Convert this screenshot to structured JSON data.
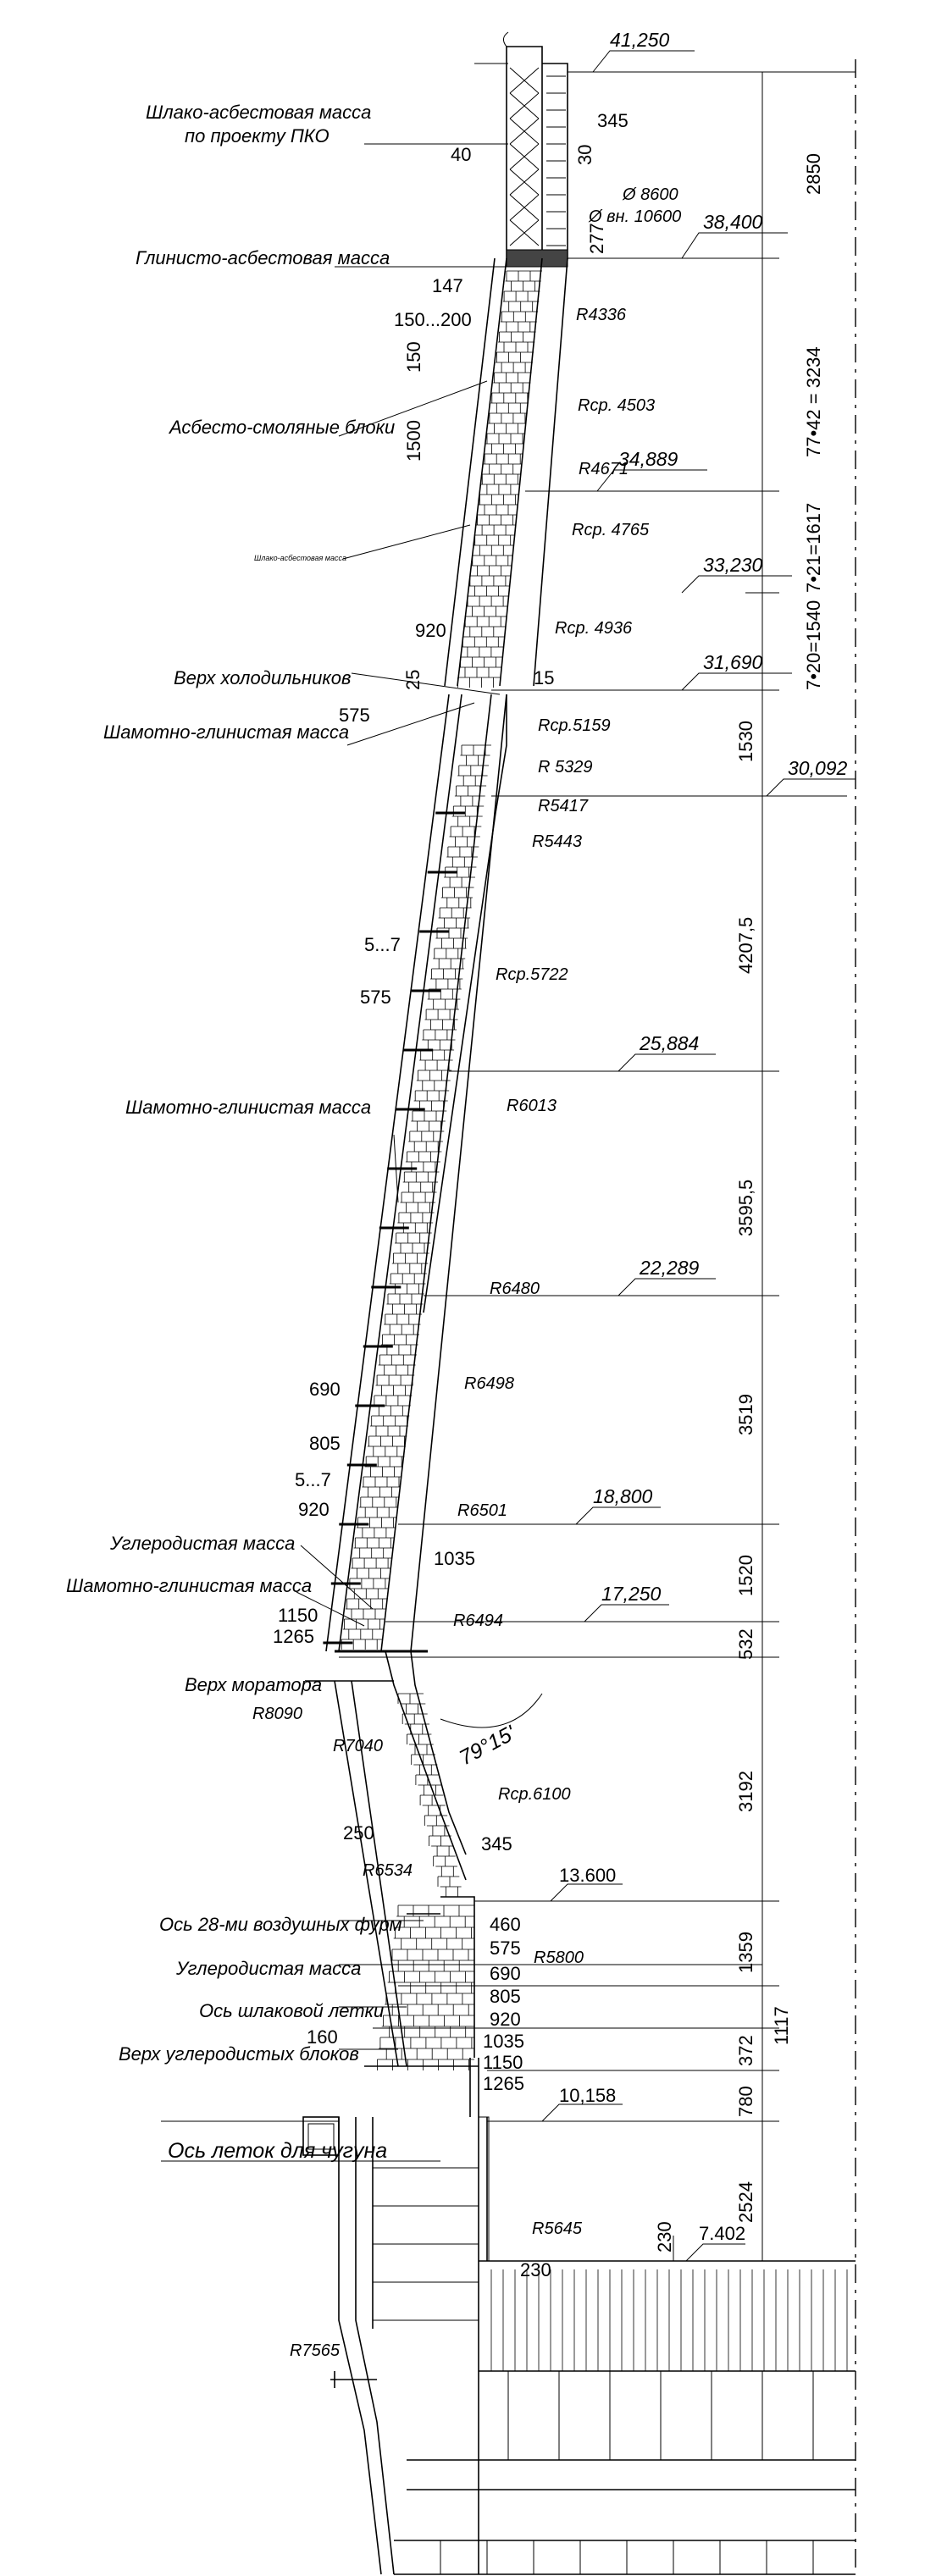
{
  "labels": {
    "slag_asbestos_1": "Шлако-асбестовая масса",
    "slag_asbestos_2": "по проекту ПКО",
    "clay_asbestos": "Глинисто-асбестовая масса",
    "asbestos_resin": "Асбесто-смоляные блоки",
    "slag_asbestos_small": "Шлако-асбестовая масса",
    "top_coolers": "Верх холодильников",
    "fireclay_1": "Шамотно-глинистая масса",
    "fireclay_2": "Шамотно-глинистая масса",
    "carbon_1": "Углеродистая масса",
    "fireclay_3": "Шамотно-глинистая масса",
    "top_morator": "Верх моратора",
    "tuyeres_axis": "Ось 28-ми воздушных фурм",
    "carbon_2": "Углеродистая масса",
    "slag_notch_axis": "Ось шлаковой летки",
    "carbon_blocks_top": "Верх углеродистых блоков",
    "iron_notches_axis": "Ось леток для чугуна"
  },
  "elevations": {
    "e41250": "41,250",
    "e38400": "38,400",
    "e34889": "34,889",
    "e33230": "33,230",
    "e31690": "31,690",
    "e30092": "30,092",
    "e25884": "25,884",
    "e22289": "22,289",
    "e18800": "18,800",
    "e17250": "17,250",
    "e13600": "13.600",
    "e10158": "10,158",
    "e7402": "7.402"
  },
  "radii": {
    "r4336": "R4336",
    "rcp4503": "Rср. 4503",
    "r4671": "R4671",
    "rcp4765": "Rср. 4765",
    "rcp4936": "Rср. 4936",
    "rcp5159": "Rср.5159",
    "r5329": "R 5329",
    "r5417": "R5417",
    "r5443": "R5443",
    "rcp5722": "Rср.5722",
    "r6013": "R6013",
    "r6480": "R6480",
    "r6498": "R6498",
    "r6501": "R6501",
    "r6494": "R6494",
    "r8090": "R8090",
    "r7040": "R7040",
    "rcp6100": "Rср.6100",
    "r6534": "R6534",
    "r5800": "R5800",
    "r5645": "R5645",
    "r7565": "R7565",
    "d8600": "Ø 8600",
    "d10600": "Ø вн. 10600",
    "angle": "79°15'"
  },
  "dims_left": {
    "d345": "345",
    "d40": "40",
    "d30": "30",
    "d277": "277",
    "d147": "147",
    "d150_200": "150...200",
    "d150": "150",
    "d1500": "1500",
    "d920a": "920",
    "d25": "25",
    "d15": "15",
    "d575a": "575",
    "d5_7a": "5...7",
    "d575b": "575",
    "d690a": "690",
    "d805a": "805",
    "d5_7b": "5...7",
    "d920b": "920",
    "d1035a": "1035",
    "d1150a": "1150",
    "d1265a": "1265",
    "d250": "250",
    "d345b": "345",
    "d460": "460",
    "d575c": "575",
    "d690b": "690",
    "d805b": "805",
    "d920c": "920",
    "d1035b": "1035",
    "d1150b": "1150",
    "d1265b": "1265",
    "d160": "160",
    "d230a": "230",
    "d230b": "230"
  },
  "dims_right": {
    "v2850": "2850",
    "v3234": "77•42 = 3234",
    "v1617": "7•21=1617",
    "v1540": "7•20=1540",
    "v1530": "1530",
    "v4207": "4207,5",
    "v3595": "3595,5",
    "v3519": "3519",
    "v1520": "1520",
    "v532": "532",
    "v3192": "3192",
    "v1359": "1359",
    "v1117": "1117",
    "v372": "372",
    "v780": "780",
    "v2524": "2524"
  }
}
